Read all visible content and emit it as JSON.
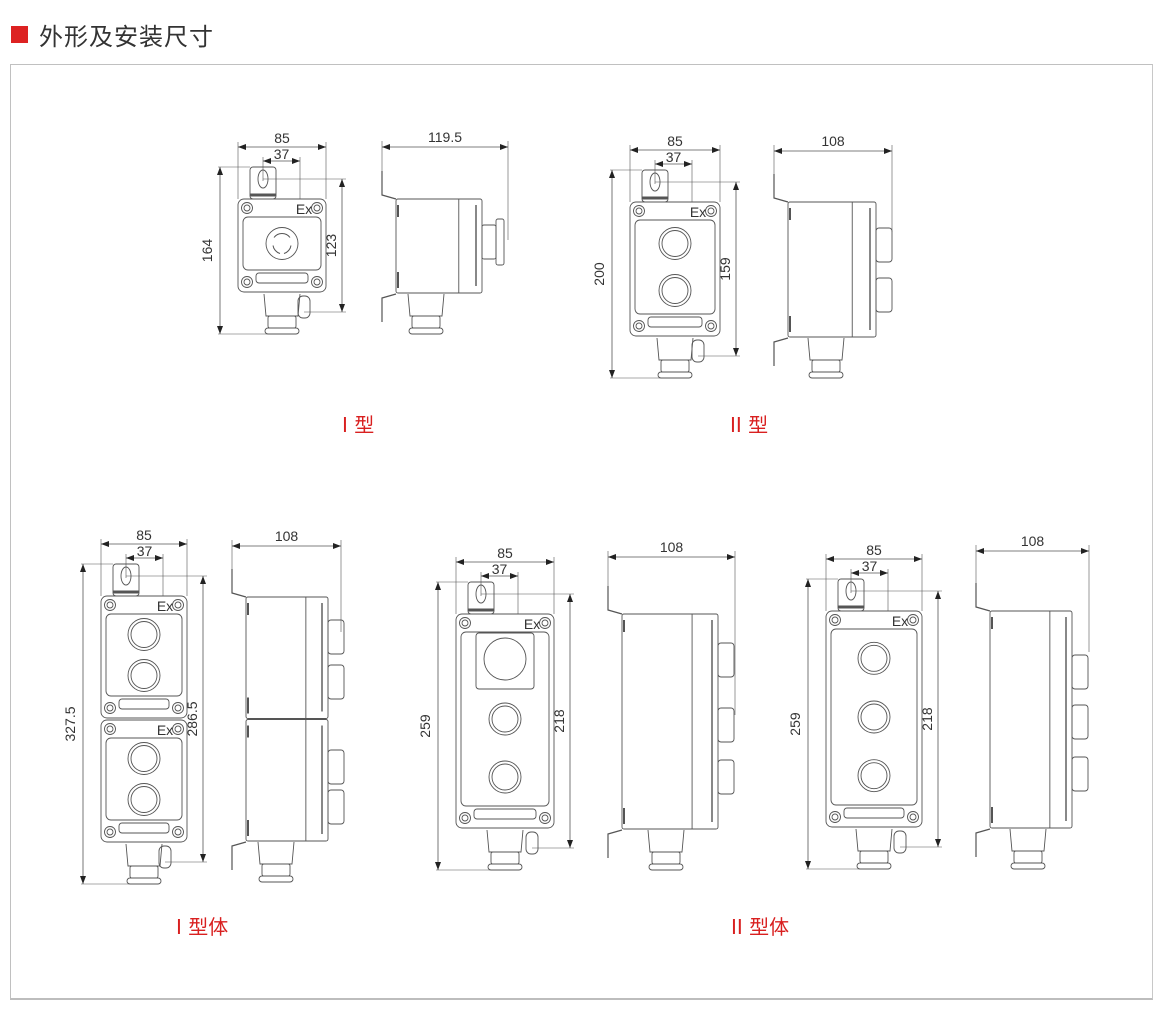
{
  "header": {
    "title": "外形及安装尺寸",
    "accent_color": "#dd2222"
  },
  "caption_color": "#d92020",
  "figures": [
    {
      "id": "type-1",
      "caption": "I 型",
      "front": {
        "width": "85",
        "hole_offset": "37",
        "overall_height": "164",
        "mount_height": "123",
        "buttons": [
          "emergency-stop"
        ],
        "mark": "Ex"
      },
      "side": {
        "depth": "119.5",
        "modules": 1
      }
    },
    {
      "id": "type-2",
      "caption": "II 型",
      "front": {
        "width": "85",
        "hole_offset": "37",
        "overall_height": "200",
        "mount_height": "159",
        "buttons": [
          "push",
          "push"
        ],
        "mark": "Ex"
      },
      "side": {
        "depth": "108",
        "modules": 1
      }
    },
    {
      "id": "type-1-body",
      "caption": "I 型体",
      "front": {
        "width": "85",
        "hole_offset": "37",
        "overall_height": "327.5",
        "mount_height": "286.5",
        "buttons": [
          "push",
          "push",
          "push",
          "push"
        ],
        "mark": "Ex"
      },
      "side": {
        "depth": "108",
        "modules": 2
      }
    },
    {
      "id": "type-2-body-a",
      "caption": "II 型体",
      "front": {
        "width": "85",
        "hole_offset": "37",
        "overall_height": "259",
        "mount_height": "218",
        "buttons": [
          "indicator",
          "push",
          "push"
        ],
        "mark": "Ex"
      },
      "side": {
        "depth": "108",
        "modules": 1
      }
    },
    {
      "id": "type-2-body-b",
      "caption": "",
      "front": {
        "width": "85",
        "hole_offset": "37",
        "overall_height": "259",
        "mount_height": "218",
        "buttons": [
          "push",
          "push",
          "push"
        ],
        "mark": "Ex"
      },
      "side": {
        "depth": "108",
        "modules": 1
      }
    }
  ]
}
